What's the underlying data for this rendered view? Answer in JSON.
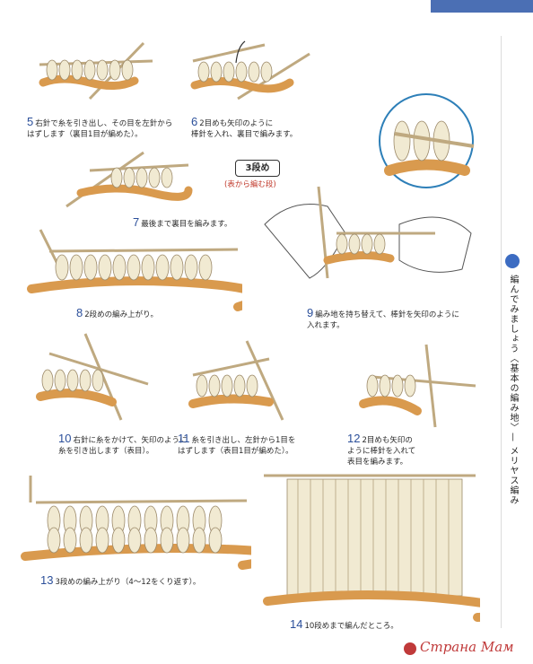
{
  "sidebar": {
    "label": "編んでみましょう〈基本の編み地〉— メリヤス編み"
  },
  "section": {
    "badge": "3段め",
    "subtitle": "(表から編む段)"
  },
  "steps": [
    {
      "num": "5",
      "text": "右針で糸を引き出し、その目を左針から\nはずします（裏目1目が編めた）。"
    },
    {
      "num": "6",
      "text": "2目めも矢印のように\n棒針を入れ、裏目で編みます。"
    },
    {
      "num": "7",
      "text": "最後まで裏目を編みます。"
    },
    {
      "num": "8",
      "text": "2段めの編み上がり。"
    },
    {
      "num": "9",
      "text": "編み地を持ち替えて、棒針を矢印のように\n入れます。"
    },
    {
      "num": "10",
      "text": "右針に糸をかけて、矢印のように\n糸を引き出します（表目）。"
    },
    {
      "num": "11",
      "text": "糸を引き出し、左針から1目を\nはずします（表目1目が編めた）。"
    },
    {
      "num": "12",
      "text": "2目めも矢印の\nように棒針を入れて\n表目を編みます。"
    },
    {
      "num": "13",
      "text": "3段めの編み上がり（4〜12をくり返す）。"
    },
    {
      "num": "14",
      "text": "10段めまで編んだところ。"
    }
  ],
  "watermark": {
    "text": "Страна Мам"
  },
  "colors": {
    "accent": "#4b6fb4",
    "step_number": "#2b4f9a",
    "yarn_cream": "#f1ead2",
    "yarn_orange": "#d99a4e",
    "subtitle_red": "#c0392b",
    "watermark_red": "#c03a3a"
  }
}
